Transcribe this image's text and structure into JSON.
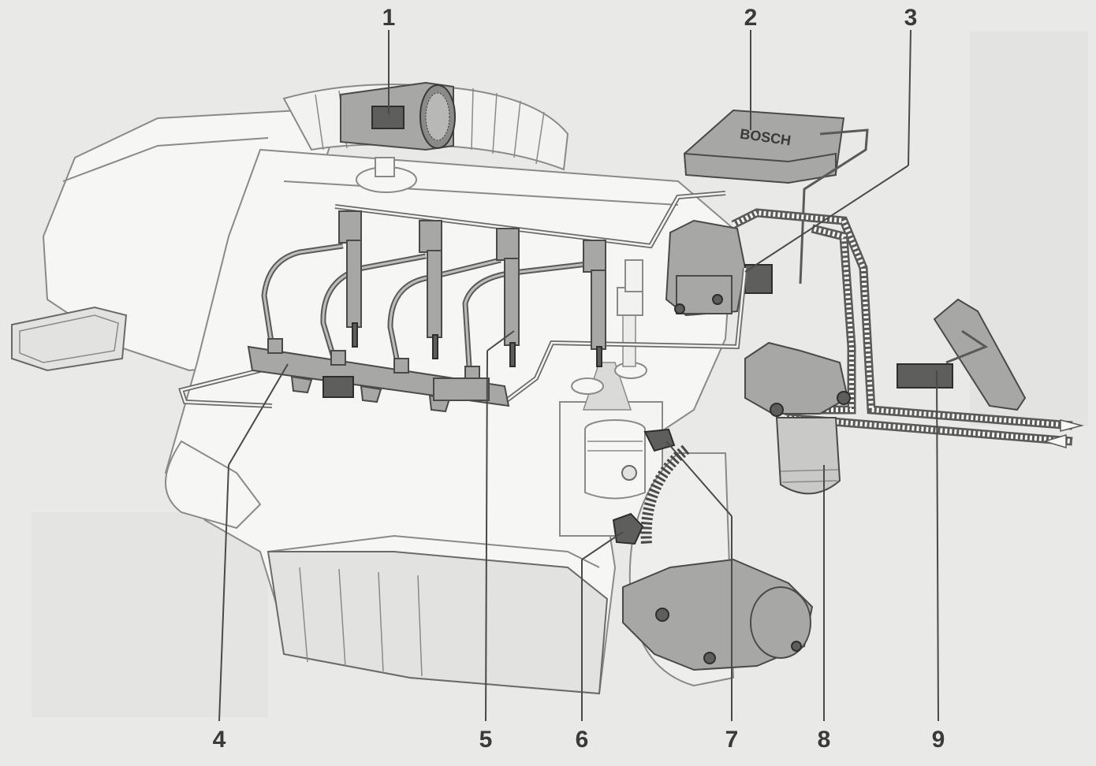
{
  "callouts": {
    "c1": "1",
    "c2": "2",
    "c3": "3",
    "c4": "4",
    "c5": "5",
    "c6": "6",
    "c7": "7",
    "c8": "8",
    "c9": "9"
  },
  "ecu_logo": "BOSCH",
  "colors": {
    "background": "#e9e9e7",
    "engine_outline": "#8a8a88",
    "component_fill": "#a7a7a5",
    "callout_text": "#3a3a3a"
  }
}
